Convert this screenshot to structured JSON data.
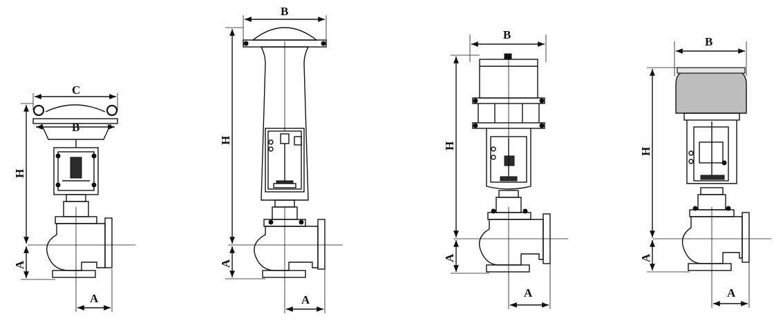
{
  "valves": [
    {
      "labels": {
        "top_outer": "C",
        "top_inner": "B",
        "height": "H",
        "side": "A",
        "bottom": "A"
      }
    },
    {
      "labels": {
        "top": "B",
        "height": "H",
        "side": "A",
        "bottom": "A"
      }
    },
    {
      "labels": {
        "top": "B",
        "height": "H",
        "side": "A",
        "bottom": "A"
      }
    },
    {
      "labels": {
        "top": "B",
        "height": "H",
        "side": "A",
        "bottom": "A"
      }
    }
  ]
}
